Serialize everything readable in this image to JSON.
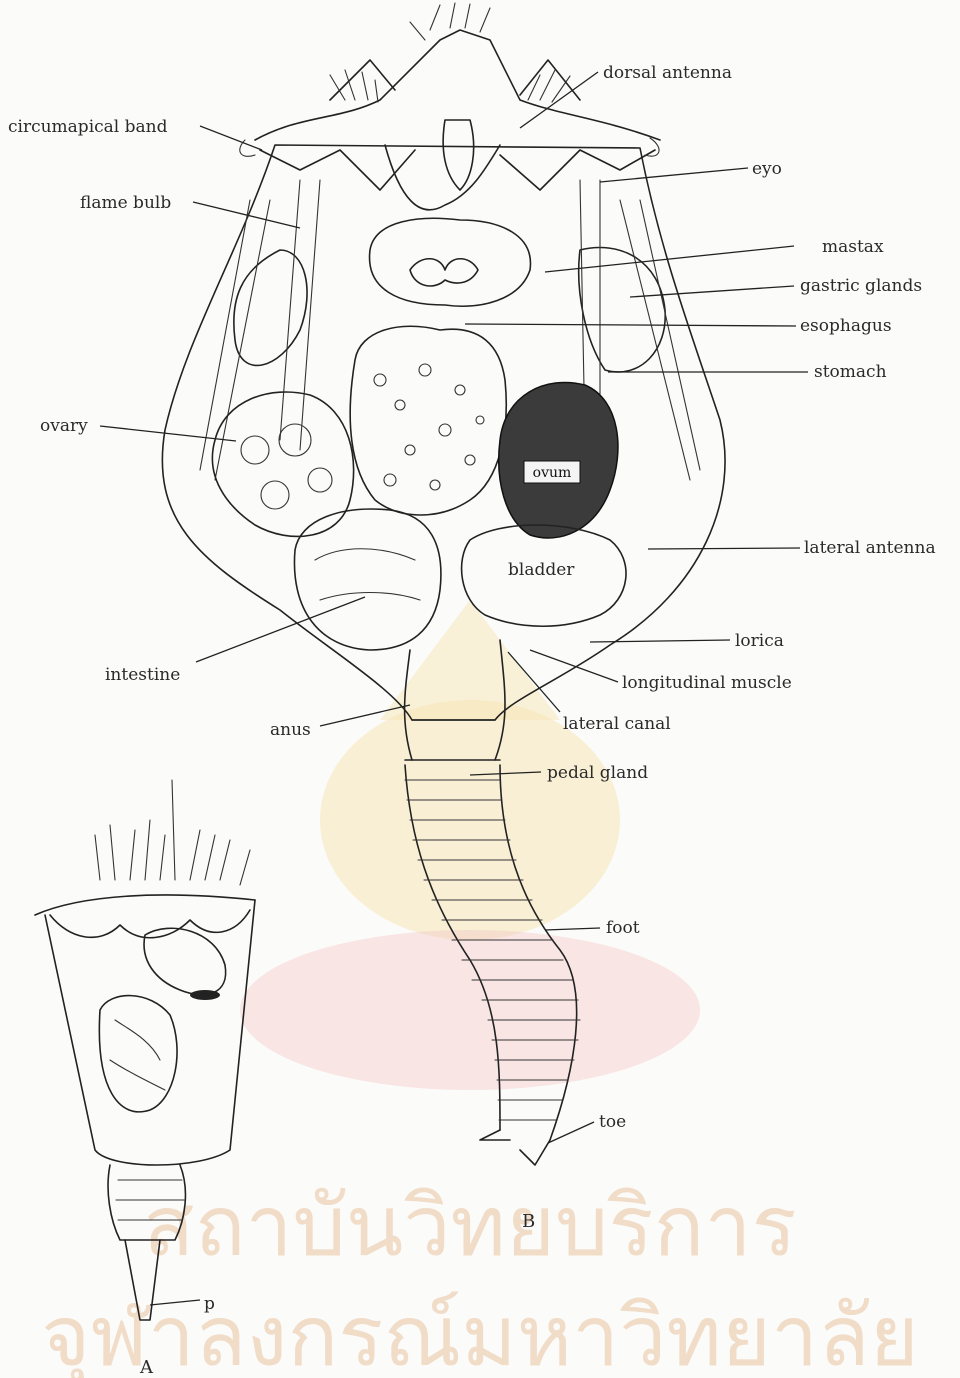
{
  "labels": {
    "dorsal_antenna": "dorsal antenna",
    "circumapical_band": "circumapical band",
    "eye": "eyo",
    "flame_bulb": "flame bulb",
    "mastax": "mastax",
    "gastric_glands": "gastric glands",
    "esophagus": "esophagus",
    "stomach": "stomach",
    "ovary": "ovary",
    "ovum": "ovum",
    "lateral_antenna": "lateral antenna",
    "bladder": "bladder",
    "lorica": "lorica",
    "intestine": "intestine",
    "longitudinal_muscle": "longitudinal muscle",
    "lateral_canal": "lateral canal",
    "anus": "anus",
    "pedal_gland": "pedal gland",
    "foot": "foot",
    "toe": "toe",
    "p": "p"
  },
  "panels": {
    "a": "A",
    "b": "B"
  },
  "watermark": {
    "line1": "สถาบันวิทยบริการ",
    "line2": "จุฬาลงกรณ์มหาวิทยาลัย"
  }
}
